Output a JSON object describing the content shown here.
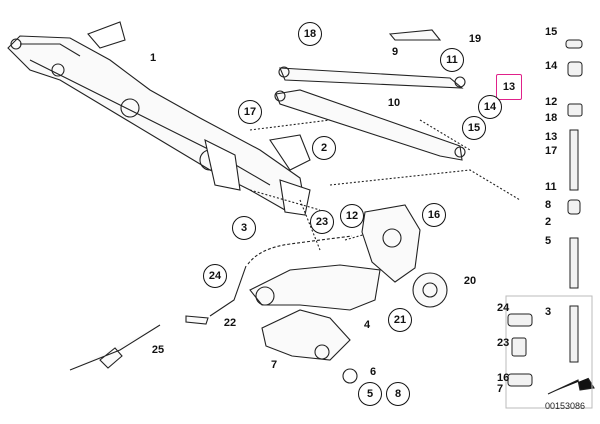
{
  "callouts": {
    "c1": "1",
    "c2": "2",
    "c3": "3",
    "c4": "4",
    "c5": "5",
    "c6": "6",
    "c7": "7",
    "c8": "8",
    "c9": "9",
    "c10": "10",
    "c11": "11",
    "c12": "12",
    "c13": "13",
    "c14": "14",
    "c15": "15",
    "c16": "16",
    "c17": "17",
    "c18": "18",
    "c19": "19",
    "c20": "20",
    "c21": "21",
    "c22": "22",
    "c23": "23",
    "c24": "24",
    "c25": "25"
  },
  "side_panel": {
    "items": [
      "15",
      "14",
      "12",
      "18",
      "13",
      "17",
      "11",
      "8",
      "2",
      "5",
      "3"
    ]
  },
  "bottom_panel": {
    "items": [
      "24",
      "3",
      "23",
      "16",
      "7"
    ]
  },
  "reference_code": "00153086",
  "highlight_color": "#e0218a"
}
